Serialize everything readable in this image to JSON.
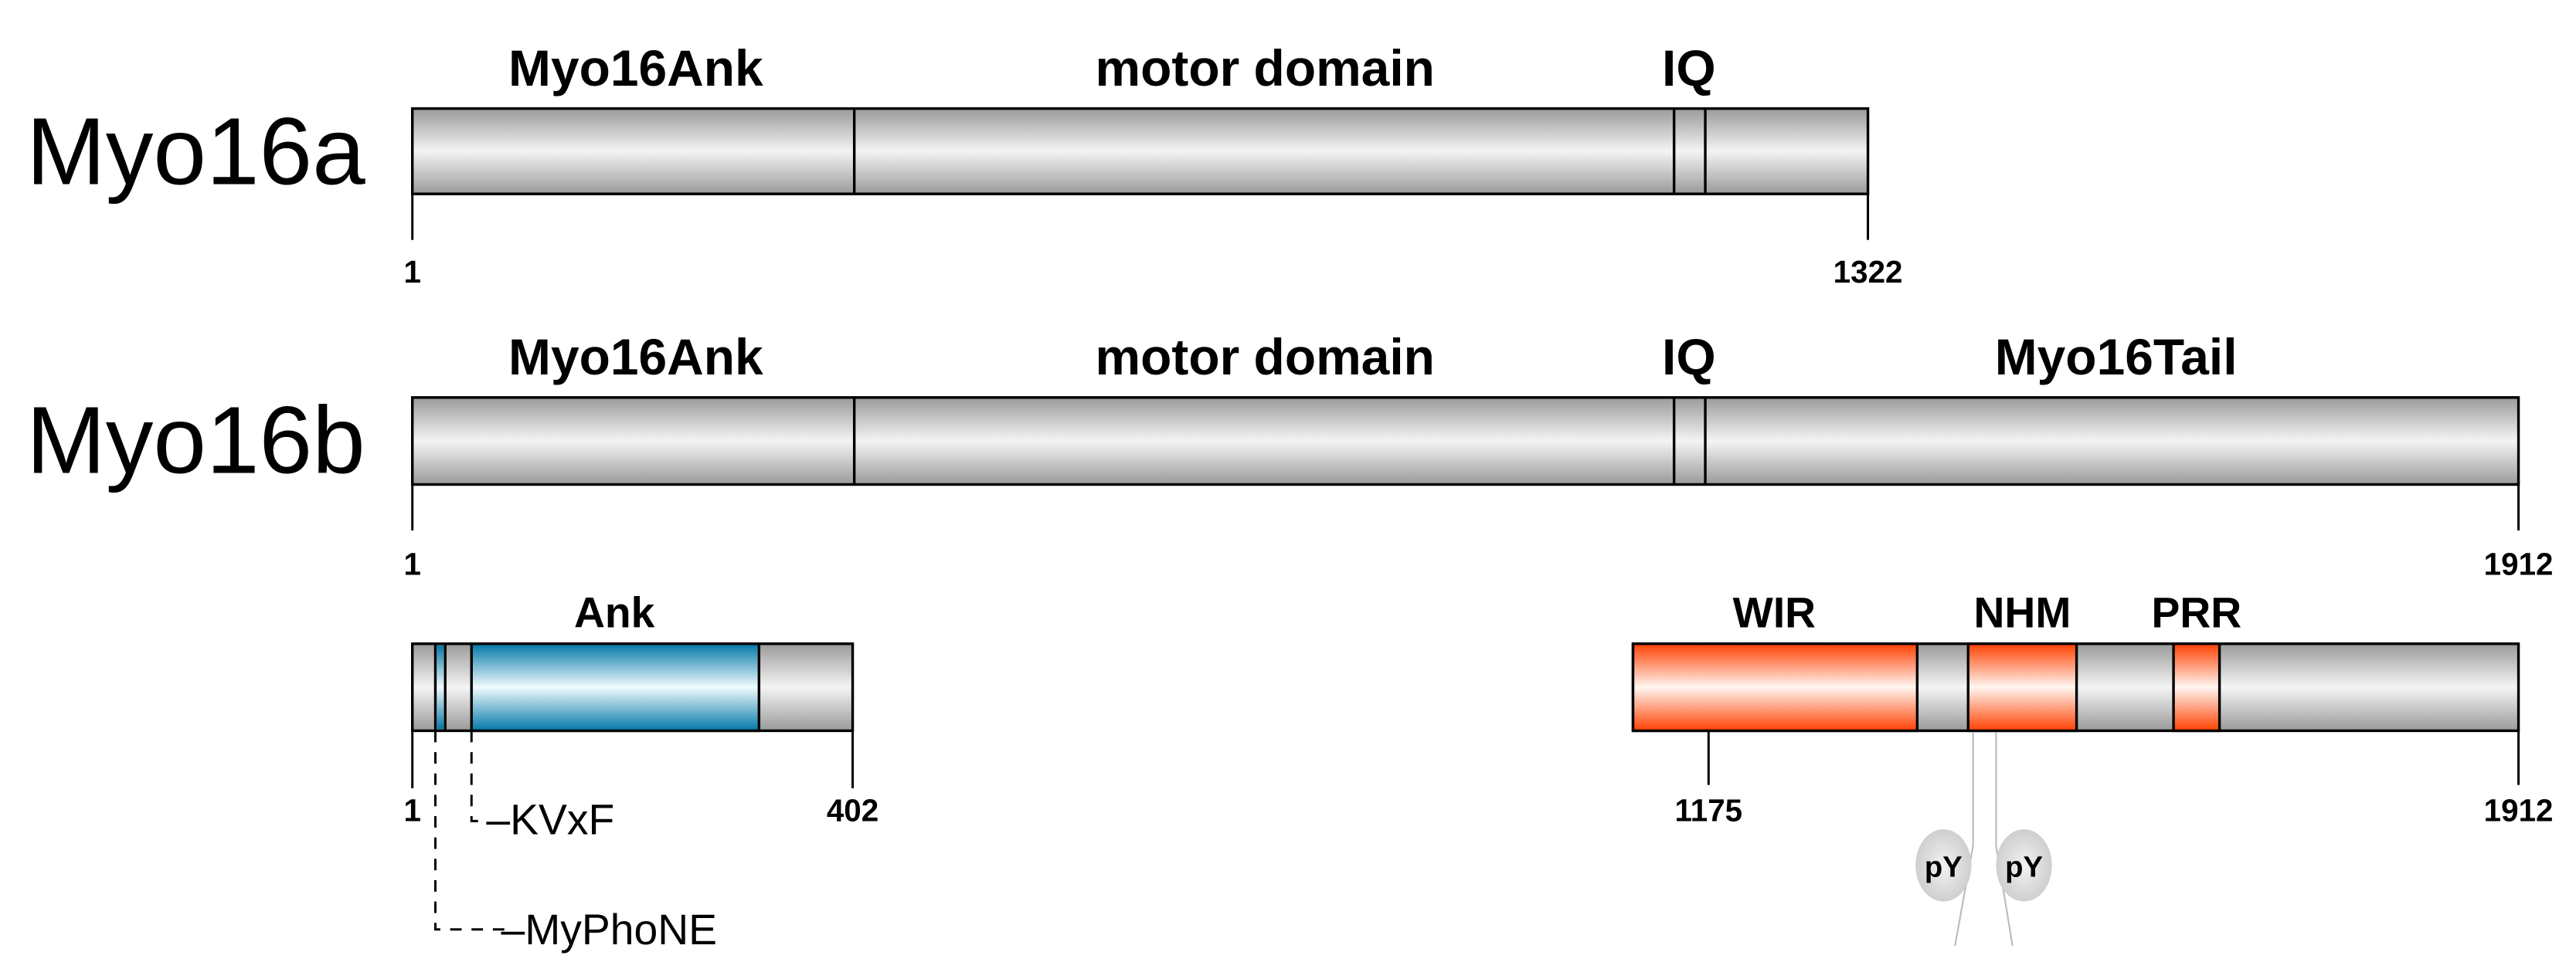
{
  "proteins": [
    {
      "name": "Myo16a",
      "domains": [
        "Myo16Ank",
        "motor domain",
        "IQ"
      ],
      "start": "1",
      "end": "1322"
    },
    {
      "name": "Myo16b",
      "domains": [
        "Myo16Ank",
        "motor domain",
        "IQ",
        "Myo16Tail"
      ],
      "start": "1",
      "end": "1912"
    }
  ],
  "ank_detail": {
    "label": "Ank",
    "start": "1",
    "end": "402",
    "motifs": [
      "–KVxF",
      "–MyPhoNE"
    ]
  },
  "tail_detail": {
    "regions": [
      "WIR",
      "NHM",
      "PRR"
    ],
    "start": "1175",
    "end": "1912",
    "phospho_sites": [
      "pY",
      "pY"
    ]
  },
  "colors": {
    "domain_gray": "#c8c8c8",
    "ank_blue": "#0a84b0",
    "tail_red": "#ff4a10",
    "phospho_gray": "#dcdcdc"
  }
}
